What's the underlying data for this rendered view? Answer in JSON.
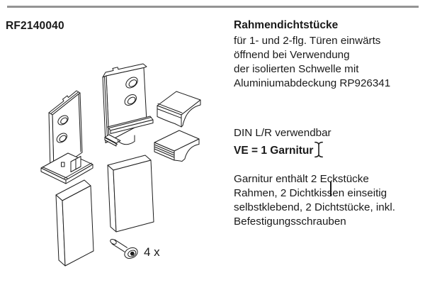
{
  "header": {
    "article_number": "RF2140040"
  },
  "product": {
    "title": "Rahmendichtstücke",
    "description_lines": [
      "für 1- und 2-flg. Türen einwärts",
      "öffnend bei Verwendung",
      "der isolierten Schwelle mit",
      "Aluminiumabdeckung RP926341"
    ],
    "din_note": "DIN L/R verwendbar",
    "packaging_unit": "VE = 1 Garnitur",
    "contents_lines": [
      "Garnitur enthält 2 Eckstücke",
      "Rahmen, 2 Dichtkissen einseitig",
      "selbstklebend, 2 Dichtstücke, inkl.",
      "Befestigungsschrauben"
    ]
  },
  "drawing": {
    "quantity_label": "4 x",
    "icons": [
      "corner-piece-left",
      "corner-piece-right",
      "seal-block-top",
      "seal-block-bottom",
      "seal-pad-left",
      "seal-pad-right",
      "countersunk-screw-icon"
    ]
  },
  "cursor": {
    "pointer": "i-beam-text-cursor",
    "caret": "text-caret"
  },
  "colors": {
    "divider": "#949494",
    "ink": "#1c1c1c",
    "text": "#1a1a1a",
    "background": "#ffffff"
  }
}
